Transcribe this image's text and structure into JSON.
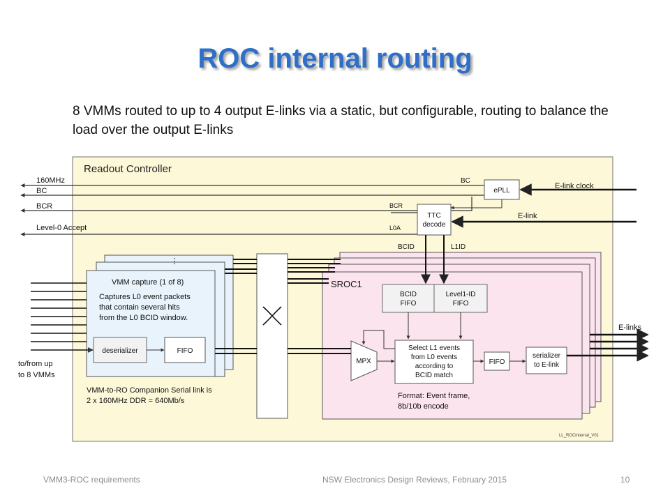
{
  "slide": {
    "title": "ROC internal routing",
    "subtitle": "8 VMMs routed to up to 4 output E-links via a static, but configurable, routing to balance the load over the output E-links"
  },
  "diagram": {
    "outer_title": "Readout Controller",
    "left_signals": {
      "clk": "160MHz",
      "bc": "BC",
      "bcr": "BCR",
      "l0": "Level-0 Accept"
    },
    "mid_labels": {
      "bc": "BC",
      "bcr": "BCR",
      "l0a": "L0A",
      "bcid": "BCID",
      "l1id": "L1ID"
    },
    "epll": "ePLL",
    "ttc": [
      "TTC",
      "decode"
    ],
    "right_inputs": {
      "clock": "E-link clock",
      "elink": "E-link"
    },
    "vmm": {
      "dots": "⋮",
      "title": "VMM capture (1 of 8)",
      "desc": [
        "Captures L0 event packets",
        "that contain several hits",
        "from the L0 BCID window."
      ],
      "deserializer": "deserializer",
      "fifo": "FIFO",
      "link_note": [
        "VMM-to-RO Companion Serial link is",
        "2 x 160MHz DDR = 640Mb/s"
      ],
      "to_from": [
        "to/from up",
        "to 8 VMMs"
      ]
    },
    "sroc": {
      "title": "SROC1",
      "bcid_fifo": [
        "BCID",
        "FIFO"
      ],
      "l1id_fifo": [
        "Level1-ID",
        "FIFO"
      ],
      "select": [
        "Select L1 events",
        "from L0 events",
        "according  to",
        "BCID match"
      ],
      "mpx": "MPX",
      "fifo": "FIFO",
      "serializer": [
        "serializer",
        "to E-link"
      ],
      "format": [
        "Format: Event frame,",
        "8b/10b encode"
      ],
      "elinks": "E-links"
    },
    "crossbar_icon": "crossbar-icon",
    "version_tag": "LL_ROCinternal_V01"
  },
  "footer": {
    "left": "VMM3-ROC requirements",
    "center": "NSW Electronics Design Reviews, February 2015",
    "page": "10"
  },
  "colors": {
    "title": "#2f6fc7",
    "outer_fill": "#fdf8d8",
    "vmm_fill": "#e8f3fb",
    "sroc_fill": "#fbe4ee",
    "inner_box_fill": "#f2f2f2"
  }
}
